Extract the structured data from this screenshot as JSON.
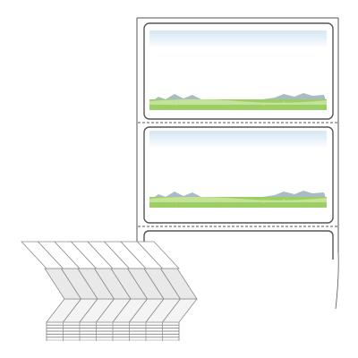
{
  "labels": [
    {
      "design": "sky-and-meadow"
    },
    {
      "design": "sky-and-meadow"
    },
    {
      "design": "blank"
    }
  ],
  "colors": {
    "outline": "#555555",
    "sky_top": "#d6e6f5",
    "sky_bottom": "#ffffff",
    "grass": "#9ccf63",
    "grass_light": "#c4e29a",
    "flowers": "#e9d75a",
    "mountains": "#a9bcc5",
    "stack_fill": "#f4f4f4",
    "stack_line": "#8c8c8c"
  }
}
